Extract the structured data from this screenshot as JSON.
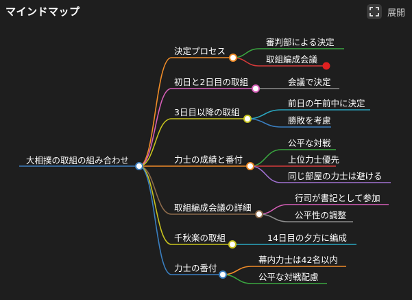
{
  "header": {
    "title": "マインドマップ",
    "expand_label": "展開",
    "expand_icon": "expand-icon"
  },
  "colors": {
    "background": "#1e1e1e",
    "root_line": "#3f7fbf",
    "leaf_end_dot": "#e02020"
  },
  "mindmap": {
    "root": "大相撲の取組の組み合わせ",
    "branches": [
      {
        "label": "決定プロセス",
        "color": "#f08c28",
        "children": [
          {
            "label": "審判部による決定",
            "color": "#3aa640"
          },
          {
            "label": "取組編成会議",
            "color": "#d63a3a"
          }
        ]
      },
      {
        "label": "初日と2日目の取組",
        "color": "#d65fb8",
        "children": [
          {
            "label": "会議で決定",
            "color": "#8c8c8c"
          }
        ]
      },
      {
        "label": "3日目以降の取組",
        "color": "#c8c41e",
        "children": [
          {
            "label": "前日の午前中に決定",
            "color": "#2aa7c0"
          },
          {
            "label": "勝敗を考慮",
            "color": "#3a7fc0"
          }
        ]
      },
      {
        "label": "力士の成績と番付",
        "color": "#f08c28",
        "children": [
          {
            "label": "公平な対戦",
            "color": "#3aa640"
          },
          {
            "label": "上位力士優先",
            "color": "#d63a3a"
          },
          {
            "label": "同じ部屋の力士は避ける",
            "color": "#a070d0"
          }
        ]
      },
      {
        "label": "取組編成会議の詳細",
        "color": "#8c6a4a",
        "children": [
          {
            "label": "行司が書記として参加",
            "color": "#d65fb8"
          },
          {
            "label": "公平性の調整",
            "color": "#8c8c8c"
          }
        ]
      },
      {
        "label": "千秋楽の取組",
        "color": "#c8c41e",
        "children": [
          {
            "label": "14日目の夕方に編成",
            "color": "#2aa7c0"
          }
        ]
      },
      {
        "label": "力士の番付",
        "color": "#3a7fc0",
        "children": [
          {
            "label": "幕内力士は42名以内",
            "color": "#f08c28"
          },
          {
            "label": "公平な対戦配慮",
            "color": "#3aa640"
          }
        ]
      }
    ]
  }
}
